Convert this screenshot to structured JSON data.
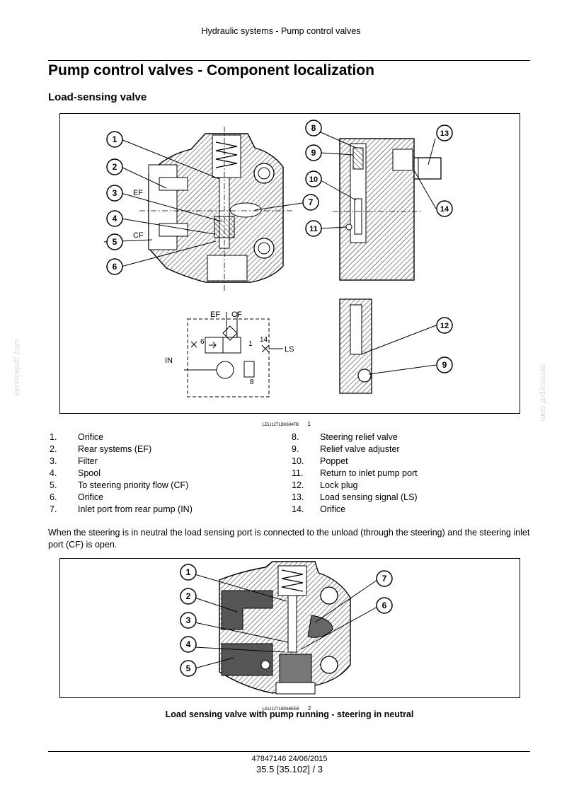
{
  "header": {
    "running_title": "Hydraulic systems - Pump control valves"
  },
  "page_title": "Pump control valves - Component localization",
  "section_title": "Load-sensing valve",
  "figure1": {
    "code": "LELI12TLB0684FB",
    "number": "1",
    "callouts": [
      "1",
      "2",
      "3",
      "4",
      "5",
      "6",
      "7",
      "8",
      "9",
      "10",
      "11",
      "12",
      "13",
      "14"
    ],
    "port_labels": {
      "ef": "EF",
      "cf": "CF"
    },
    "schematic_labels": {
      "ef": "EF",
      "cf": "CF",
      "in": "IN",
      "ls": "LS",
      "n6": "6",
      "n1": "1",
      "n14": "14",
      "n8": "8"
    }
  },
  "legend": [
    {
      "num": "1.",
      "text": "Orifice"
    },
    {
      "num": "2.",
      "text": "Rear systems (EF)"
    },
    {
      "num": "3.",
      "text": "Filter"
    },
    {
      "num": "4.",
      "text": "Spool"
    },
    {
      "num": "5.",
      "text": "To steering priority flow (CF)"
    },
    {
      "num": "6.",
      "text": "Orifice"
    },
    {
      "num": "7.",
      "text": "Inlet port from rear pump (IN)"
    },
    {
      "num": "8.",
      "text": "Steering relief valve"
    },
    {
      "num": "9.",
      "text": "Relief valve adjuster"
    },
    {
      "num": "10.",
      "text": "Poppet"
    },
    {
      "num": "11.",
      "text": "Return to inlet pump port"
    },
    {
      "num": "12.",
      "text": "Lock plug"
    },
    {
      "num": "13.",
      "text": "Load sensing signal (LS)"
    },
    {
      "num": "14.",
      "text": "Orifice"
    }
  ],
  "body_text": "When the steering is in neutral the load sensing port is connected to the unload (through the steering) and the steering inlet port (CF) is open.",
  "figure2": {
    "code": "LELI12TLB0685EB",
    "number": "2",
    "callouts": [
      "1",
      "2",
      "3",
      "4",
      "5",
      "6",
      "7"
    ],
    "caption": "Load sensing valve with pump running - steering in neutral"
  },
  "footer": {
    "doc_code": "47847146 24/06/2015",
    "page_number": "35.5 [35.102] / 3"
  },
  "watermark": "servicepdf.com"
}
